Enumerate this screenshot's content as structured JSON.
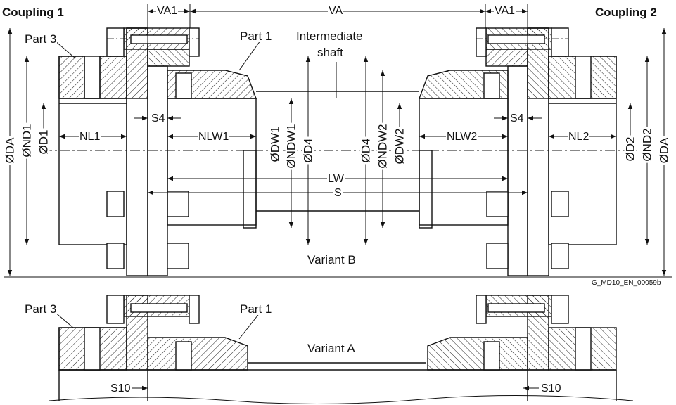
{
  "titles": {
    "coupling1": "Coupling 1",
    "coupling2": "Coupling 2"
  },
  "parts": {
    "part3": "Part 3",
    "part1": "Part 1",
    "intermediate_line1": "Intermediate",
    "intermediate_line2": "shaft"
  },
  "dims": {
    "va1": "VA1",
    "va": "VA",
    "s4": "S4",
    "nl1": "NL1",
    "nlw1": "NLW1",
    "nlw2": "NLW2",
    "nl2": "NL2",
    "lw": "LW",
    "s": "S",
    "s10": "S10",
    "da": "ØDA",
    "nd1": "ØND1",
    "d1": "ØD1",
    "dw1": "ØDW1",
    "ndw1": "ØNDW1",
    "d4": "ØD4",
    "ndw2": "ØNDW2",
    "dw2": "ØDW2",
    "d2": "ØD2",
    "nd2": "ØND2"
  },
  "variants": {
    "b": "Variant B",
    "a": "Variant A"
  },
  "ref_code": "G_MD10_EN_00059b"
}
